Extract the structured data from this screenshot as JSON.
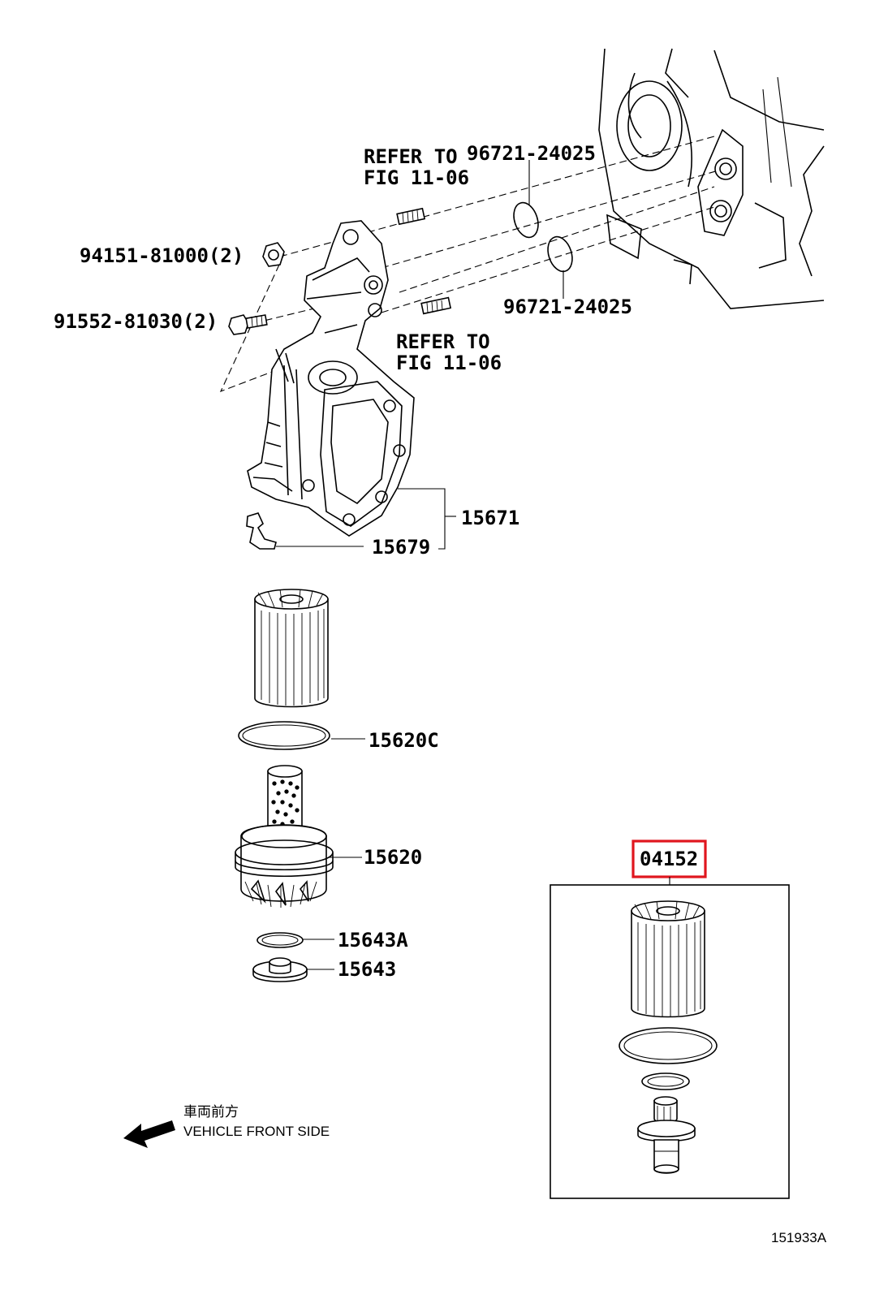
{
  "diagram": {
    "labels": {
      "refer_top_1": "REFER TO",
      "refer_top_2": "FIG 11-06",
      "oring_top": "96721-24025",
      "nut": "94151-81000(2)",
      "bolt": "91552-81030(2)",
      "oring_bottom": "96721-24025",
      "refer_bottom_1": "REFER TO",
      "refer_bottom_2": "FIG 11-06",
      "bracket": "15671",
      "clip": "15679",
      "gasket": "15620C",
      "cap": "15620",
      "drain_gasket": "15643A",
      "drain_plug": "15643",
      "kit": "04152",
      "front_jp": "車両前方",
      "front_en": "VEHICLE FRONT SIDE",
      "illustration_no": "151933A"
    },
    "colors": {
      "line": "#000000",
      "highlight": "#e0161e",
      "background": "#ffffff"
    }
  }
}
